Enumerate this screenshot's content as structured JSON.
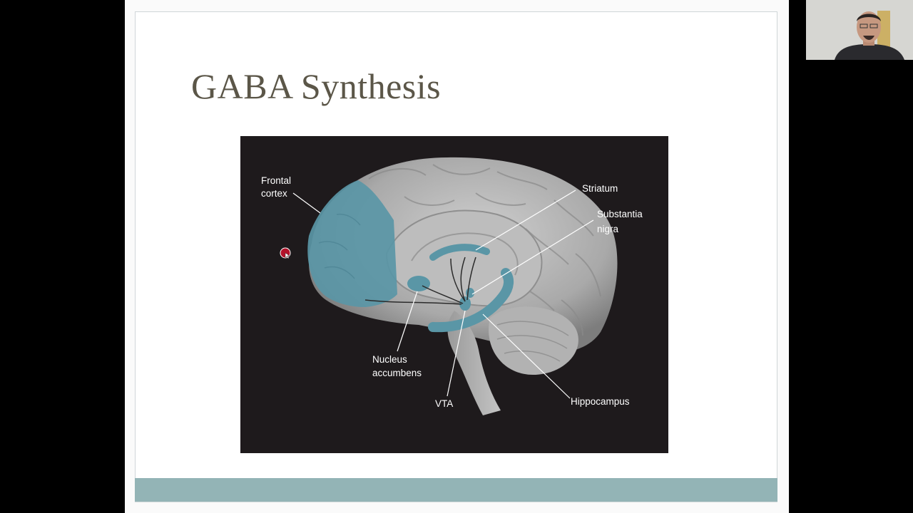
{
  "slide": {
    "title": "GABA Synthesis",
    "accent_color": "#93b4b6",
    "title_color": "#5b5648"
  },
  "figure": {
    "labels": {
      "frontal_cortex_1": "Frontal",
      "frontal_cortex_2": "cortex",
      "striatum": "Striatum",
      "substantia_nigra_1": "Substantia",
      "substantia_nigra_2": "nigra",
      "nucleus_accumbens_1": "Nucleus",
      "nucleus_accumbens_2": "accumbens",
      "vta": "VTA",
      "hippocampus": "Hippocampus"
    },
    "highlight_color": "#5a96a6"
  },
  "icons": {
    "pointer": "laser-pointer-icon",
    "webcam": "presenter-webcam"
  }
}
